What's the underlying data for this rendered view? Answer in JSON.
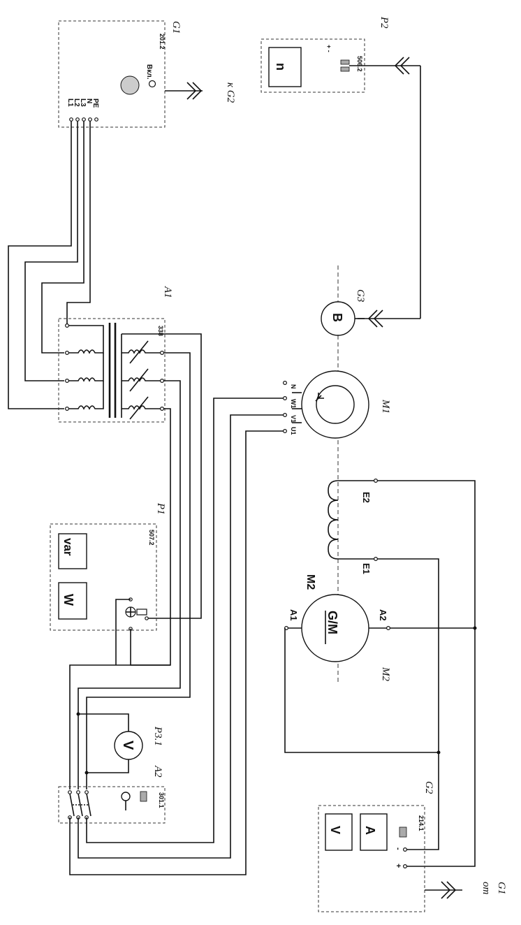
{
  "labels": {
    "G1": "G1",
    "G1_code": "201.2",
    "G1_switch": "Вкл.",
    "to_G2": "к G2",
    "L1": "L1",
    "L2": "L2",
    "L3": "L3",
    "N": "N",
    "PE": "PE",
    "P2": "P2",
    "P2_code": "506.2",
    "P2_n": "n",
    "P2_sign": "+ -",
    "A1": "A1",
    "A1_code": "338",
    "G3": "G3",
    "G3_B": "B",
    "M1": "M1",
    "M1_N": "N",
    "M1_W1": "W1",
    "M1_V1": "V1",
    "M1_U1": "U1",
    "P1": "P1",
    "P1_code": "507.2",
    "P1_var": "var",
    "P1_W": "W",
    "E1": "E1",
    "E2": "E2",
    "M2_top": "M2",
    "M2_center": "G/M",
    "M2_bottom": "M2",
    "A1_term": "A1",
    "A2_term": "A2",
    "P31": "P3.1",
    "P31_V": "V",
    "A2": "A2",
    "A2_code": "301.1",
    "G2": "G2",
    "G2_code": "214.1",
    "G2_V": "V",
    "G2_A": "A",
    "G2_minus": "-",
    "G2_plus": "+",
    "from_G1_a": "от",
    "from_G1_b": "G1"
  }
}
